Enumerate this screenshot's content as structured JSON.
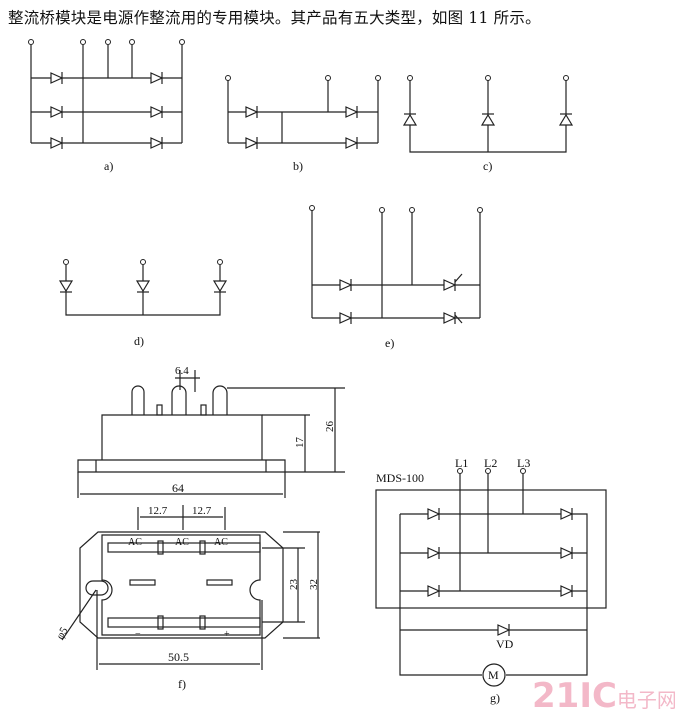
{
  "caption": "整流桥模块是电源作整流用的专用模块。其产品有五大类型，如图 11 所示。",
  "labels": {
    "a": "a)",
    "b": "b)",
    "c": "c)",
    "d": "d)",
    "e": "e)",
    "f": "f)",
    "g": "g)"
  },
  "dimensions": {
    "pin_pitch": "6.4",
    "height_total": "26",
    "height_body": "17",
    "length": "64",
    "spacing_1": "12.7",
    "spacing_2": "12.7",
    "width_inner": "23",
    "width_total": "32",
    "hole_distance": "50.5",
    "hole_diameter": "φ5"
  },
  "pin_labels": {
    "ac1": "AC",
    "ac2": "AC",
    "ac3": "AC",
    "minus": "−",
    "plus": "+"
  },
  "circuit_g": {
    "module": "MDS-100",
    "l1": "L1",
    "l2": "L2",
    "l3": "L3",
    "diode": "VD",
    "motor": "M"
  },
  "watermark": {
    "brand": "21IC",
    "site": "电子网"
  }
}
